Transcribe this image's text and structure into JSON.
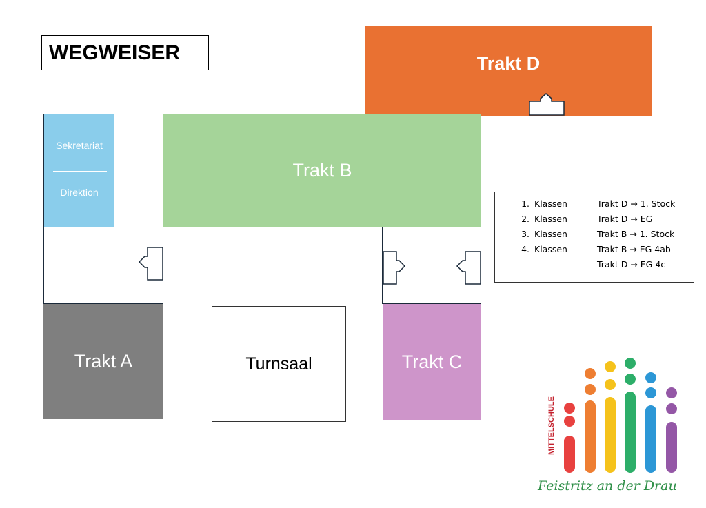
{
  "title": "WEGWEISER",
  "blocks": {
    "trakt_d": "Trakt D",
    "trakt_b": "Trakt B",
    "trakt_a": "Trakt A",
    "trakt_c": "Trakt C",
    "turnsaal": "Turnsaal",
    "sekretariat": "Sekretariat",
    "direktion": "Direktion"
  },
  "legend": [
    {
      "num": "1.",
      "label": "Klassen",
      "dest": "Trakt D → 1. Stock"
    },
    {
      "num": "2.",
      "label": "Klassen",
      "dest": "Trakt D → EG"
    },
    {
      "num": "3.",
      "label": "Klassen",
      "dest": "Trakt B → 1. Stock"
    },
    {
      "num": "4.",
      "label": "Klassen",
      "dest": "Trakt B → EG 4ab"
    },
    {
      "num": "",
      "label": "",
      "dest": "Trakt D → EG 4c"
    }
  ],
  "logo": {
    "vertical_text": "MITTELSCHULE",
    "script_text": "Feistritz an der Drau"
  },
  "colors": {
    "trakt_d": "#E97132",
    "trakt_b": "#A5D499",
    "trakt_a": "#7F7F7F",
    "trakt_c": "#CE95CA",
    "admin": "#8ACDEB",
    "logo_bars": [
      "#E8413F",
      "#EE7E32",
      "#F5C21B",
      "#2DAE69",
      "#2C97D6",
      "#9457A6"
    ]
  }
}
